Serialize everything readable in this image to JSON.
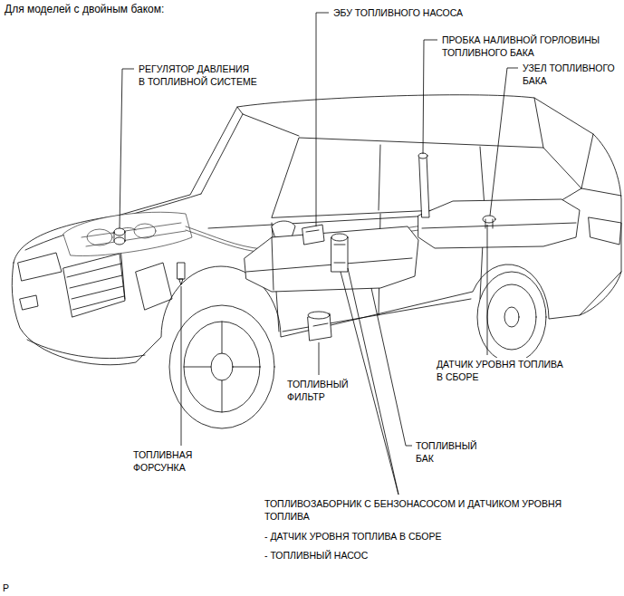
{
  "diagram": {
    "title": "Для моделей с двойным баком:",
    "labels": [
      "ЭБУ ТОПЛИВНОГО НАСОСА",
      "ПРОБКА НАЛИВНОЙ ГОРЛОВИНЫ ТОПЛИВНОГО БАКА",
      "РЕГУЛЯТОР ДАВЛЕНИЯ В ТОПЛИВНОЙ СИСТЕМЕ",
      "УЗЕЛ ТОПЛИВНОГО БАКА",
      "ДАТЧИК УРОВНЯ ТОПЛИВА В СБОРЕ",
      "ТОПЛИВНЫЙ ФИЛЬТР",
      "ТОПЛИВНЫЙ БАК",
      "ТОПЛИВНАЯ ФОРСУНКА",
      "ТОПЛИВОЗАБОРНИК С БЕНЗОНАСОСОМ И ДАТЧИКОМ УРОВНЯ ТОПЛИВА",
      "- ДАТЧИК УРОВНЯ ТОПЛИВА В СБОРЕ",
      "- ТОПЛИВНЫЙ НАСОС",
      "P"
    ]
  }
}
